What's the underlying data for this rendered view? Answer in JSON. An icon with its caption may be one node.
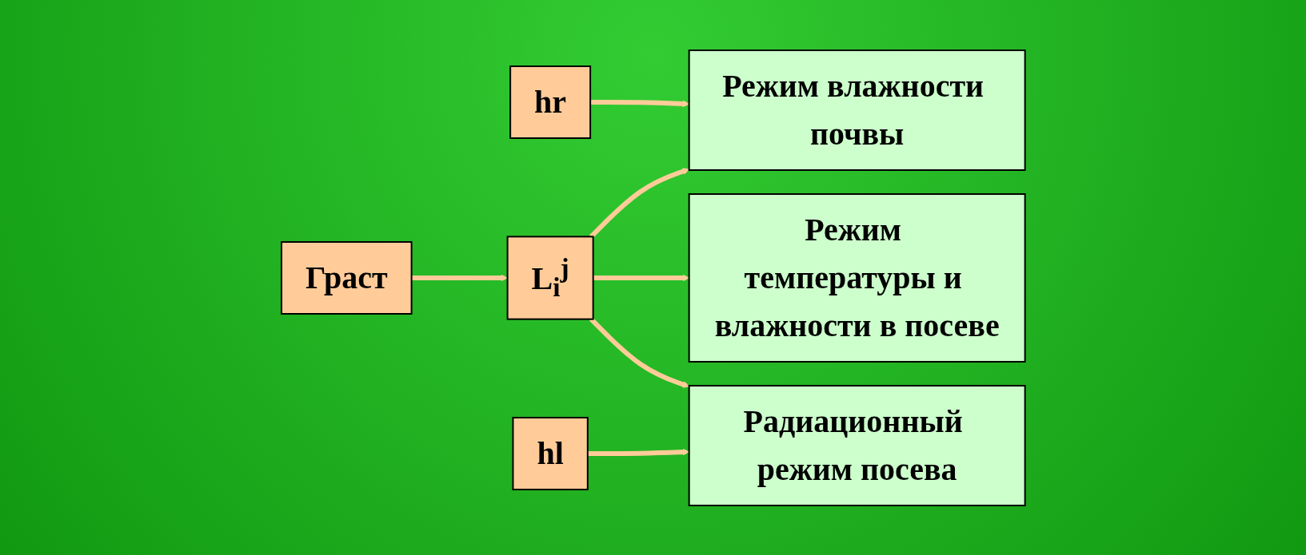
{
  "diagram": {
    "nodes": [
      {
        "text": [
          "hr"
        ]
      },
      {
        "text": [
          "Граст"
        ]
      },
      {
        "text": [
          "L$_{i}$$^{j}$"
        ]
      },
      {
        "text": [
          "hl"
        ]
      },
      {
        "text": [
          "Режим влажности почвы"
        ]
      },
      {
        "text": [
          "Режим температуры и влажности в посеве"
        ]
      },
      {
        "text": [
          "Радиационный режим посева"
        ]
      }
    ],
    "edges": [
      {
        "from": 0,
        "to": 4,
        "arrow": "to"
      },
      {
        "from": 1,
        "to": 2,
        "arrow": "to"
      },
      {
        "from": 2,
        "to": 4,
        "arrow": "to"
      },
      {
        "from": 2,
        "to": 5,
        "arrow": "to"
      },
      {
        "from": 2,
        "to": 6,
        "arrow": "to"
      },
      {
        "from": 3,
        "to": 6,
        "arrow": "to"
      }
    ]
  }
}
